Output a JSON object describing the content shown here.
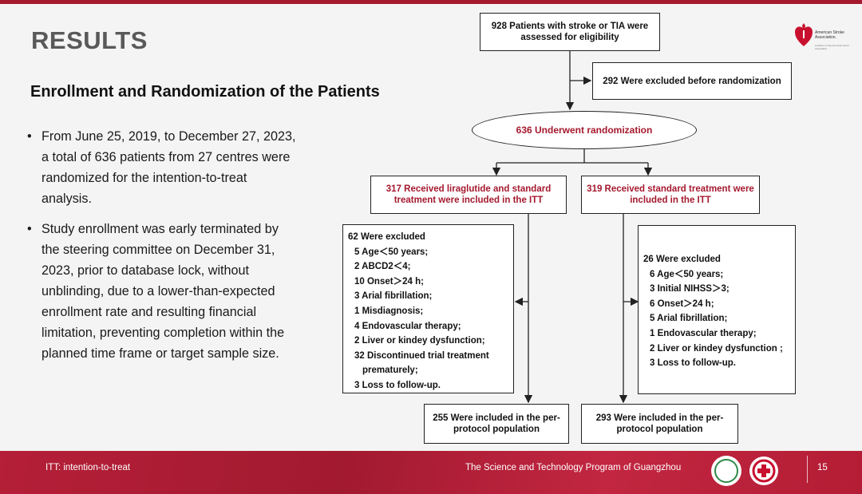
{
  "title": "RESULTS",
  "subtitle": "Enrollment and Randomization of the Patients",
  "bullets": [
    "From June 25, 2019, to December 27, 2023,  a total of 636 patients from 27 centres were randomized for the intention-to-treat analysis.",
    "Study enrollment was early terminated by the steering committee on December 31, 2023, prior to database lock, without unblinding, due to a lower-than-expected enrollment rate and resulting financial limitation, preventing completion within the planned time frame or target sample size."
  ],
  "logo": {
    "text": "American Stroke Association.",
    "subtext": "A division of the American Heart Association"
  },
  "flow": {
    "assessed": "928 Patients with stroke or TIA were assessed for eligibility",
    "excluded_before": "292 Were excluded before randomization",
    "randomized": "636 Underwent randomization",
    "arm1": "317 Received liraglutide and standard treatment were included in the ITT",
    "arm2": "319 Received standard treatment were included in the ITT",
    "excl1": {
      "title": "62 Were excluded",
      "items": [
        "5 Age＜50 years;",
        "2 ABCD2＜4;",
        "10 Onset＞24 h;",
        "3 Arial fibrillation;",
        "1 Misdiagnosis;",
        "4 Endovascular therapy;",
        "2  Liver or kindey dysfunction;",
        "32 Discontinued trial treatment",
        "prematurely;",
        "3 Loss to follow-up."
      ]
    },
    "excl2": {
      "title": "26 Were excluded",
      "items": [
        "6 Age＜50 years;",
        "3 Initial NIHSS＞3;",
        "6 Onset＞24 h;",
        "5 Arial fibrillation;",
        "1 Endovascular therapy;",
        "2 Liver or kindey dysfunction ;",
        "3 Loss to follow-up."
      ]
    },
    "pp1": "255 Were included in the per-protocol population",
    "pp2": "293 Were included in the per-protocol population"
  },
  "footer": {
    "left": "ITT: intention-to-treat",
    "right": "The Science and Technology Program of Guangzhou",
    "page": "15"
  },
  "colors": {
    "brand": "#a5192e",
    "title_gray": "#595959"
  }
}
